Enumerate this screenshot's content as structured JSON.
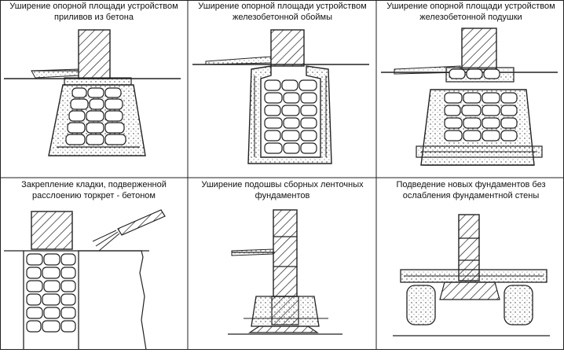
{
  "panels": [
    {
      "id": "p1",
      "caption": "Уширение опорной площади устройством приливов из бетона"
    },
    {
      "id": "p2",
      "caption": "Уширение опорной площади устройством железобетонной обоймы"
    },
    {
      "id": "p3",
      "caption": "Уширение опорной площади устройством железобетонной подушки"
    },
    {
      "id": "p4",
      "caption": "Закрепление кладки, подверженной расслоению торкрет - бетоном"
    },
    {
      "id": "p5",
      "caption": "Уширение подошвы сборных ленточных фундаментов"
    },
    {
      "id": "p6",
      "caption": "Подведение новых фундаментов без ослабления фундаментной стены"
    }
  ],
  "colors": {
    "line": "#1a1a1a",
    "background": "#ffffff"
  }
}
